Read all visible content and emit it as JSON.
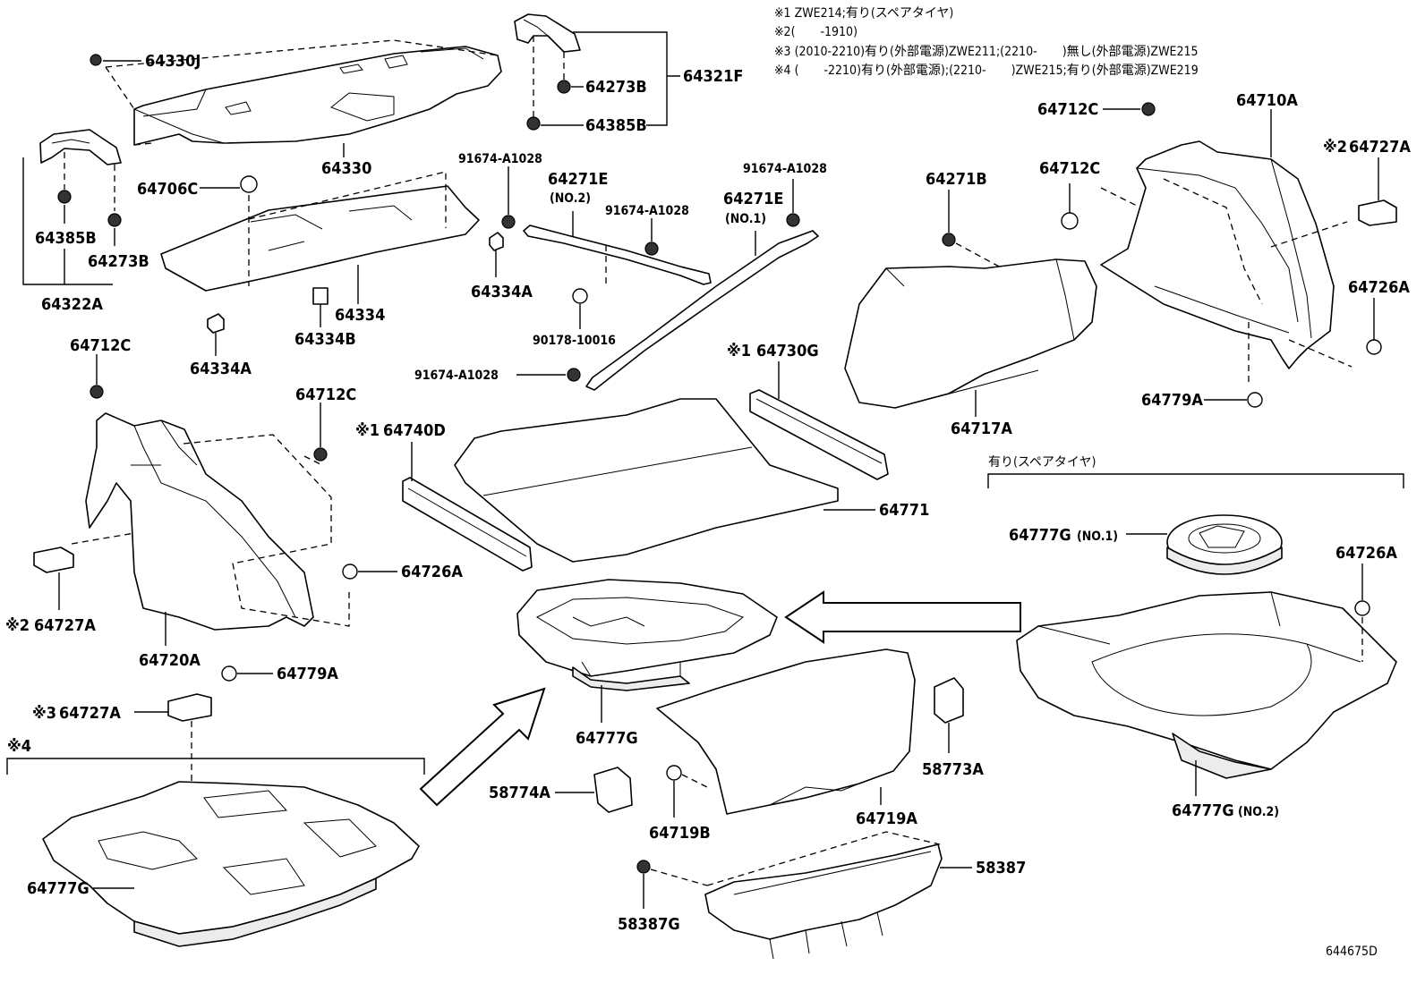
{
  "notes": {
    "n1": "※1 ZWE214;有り(スペアタイヤ)",
    "n2": "※2(　　-1910)",
    "n3": "※3 (2010-2210)有り(外部電源)ZWE211;(2210-　　)無し(外部電源)ZWE215",
    "n4": "※4 (　　-2210)有り(外部電源);(2210-　　)ZWE215;有り(外部電源)ZWE219"
  },
  "labels": {
    "p64330J": "64330J",
    "p64330": "64330",
    "p64321F": "64321F",
    "p64273B_top": "64273B",
    "p64385B_top": "64385B",
    "p64385B_left": "64385B",
    "p64273B_left": "64273B",
    "p64322A": "64322A",
    "p64706C": "64706C",
    "p64334": "64334",
    "p64334B": "64334B",
    "p64334A_left": "64334A",
    "p64334A_mid": "64334A",
    "p91674_a": "91674-A1028",
    "p91674_b": "91674-A1028",
    "p91674_c": "91674-A1028",
    "p91674_d": "91674-A1028",
    "p64271E_no2": "64271E",
    "p64271E_no2_sub": "(NO.2)",
    "p64271E_no1": "64271E",
    "p64271E_no1_sub": "(NO.1)",
    "p90178": "90178-10016",
    "p64712C_topright": "64712C",
    "p64712C_right2": "64712C",
    "p64710A": "64710A",
    "p64727A_right": "64727A",
    "p64727A_right_mark": "※2",
    "p64271B": "64271B",
    "p64726A_right": "64726A",
    "p64779A_right": "64779A",
    "p64717A": "64717A",
    "p64730G": "64730G",
    "p64730G_mark": "※1",
    "p64740D": "64740D",
    "p64740D_mark": "※1",
    "p64771": "64771",
    "p64712C_left": "64712C",
    "p64712C_mid": "64712C",
    "p64727A_left": "64727A",
    "p64727A_left_mark": "※2",
    "p64720A": "64720A",
    "p64726A_left": "64726A",
    "p64779A_left": "64779A",
    "p64727A_bottom": "64727A",
    "p64727A_bottom_mark": "※3",
    "p64777G_bottomleft": "64777G",
    "p64777G_center": "64777G",
    "p58774A": "58774A",
    "p64719B": "64719B",
    "p64719A": "64719A",
    "p58773A": "58773A",
    "p58387": "58387",
    "p58387G": "58387G",
    "p64777G_no1": "64777G",
    "p64777G_no1_sub": "(NO.1)",
    "p64777G_no2": "64777G",
    "p64777G_no2_sub": "(NO.2)",
    "p64726A_spare": "64726A",
    "spare_group": "有り(スペアタイヤ)",
    "group4_mark": "※4",
    "diagram_id": "644675D"
  }
}
